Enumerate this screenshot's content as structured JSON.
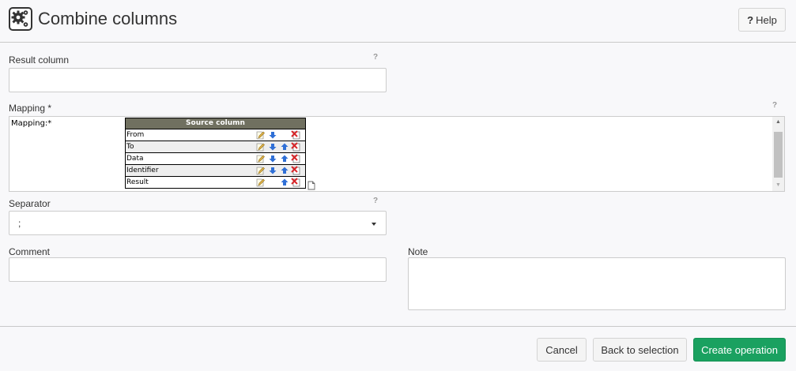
{
  "header": {
    "title": "Combine columns",
    "help_label": "Help",
    "help_mark": "?"
  },
  "form": {
    "help_mark": "?",
    "result_column": {
      "label": "Result column",
      "value": ""
    },
    "mapping": {
      "label": "Mapping *",
      "inner_label": "Mapping:*",
      "table_header": "Source column",
      "rows": [
        {
          "name": "From",
          "icons": [
            "edit-icon",
            "arrow-down-icon",
            "delete-icon"
          ]
        },
        {
          "name": "To",
          "icons": [
            "edit-icon",
            "arrow-down-icon",
            "arrow-up-icon",
            "delete-icon"
          ]
        },
        {
          "name": "Data",
          "icons": [
            "edit-icon",
            "arrow-down-icon",
            "arrow-up-icon",
            "delete-icon"
          ]
        },
        {
          "name": "Identifier",
          "icons": [
            "edit-icon",
            "arrow-down-icon",
            "arrow-up-icon",
            "delete-icon"
          ]
        },
        {
          "name": "Result",
          "icons": [
            "edit-icon",
            "arrow-up-icon",
            "delete-icon",
            "new-row-icon"
          ]
        }
      ]
    },
    "separator": {
      "label": "Separator",
      "value": ";"
    },
    "comment": {
      "label": "Comment",
      "value": ""
    },
    "note": {
      "label": "Note",
      "value": ""
    }
  },
  "footer": {
    "cancel_label": "Cancel",
    "back_label": "Back to selection",
    "create_label": "Create operation"
  },
  "colors": {
    "primary": "#1aa160",
    "table_header": "#707060",
    "arrow": "#2f6fd6",
    "delete": "#d8262a"
  }
}
